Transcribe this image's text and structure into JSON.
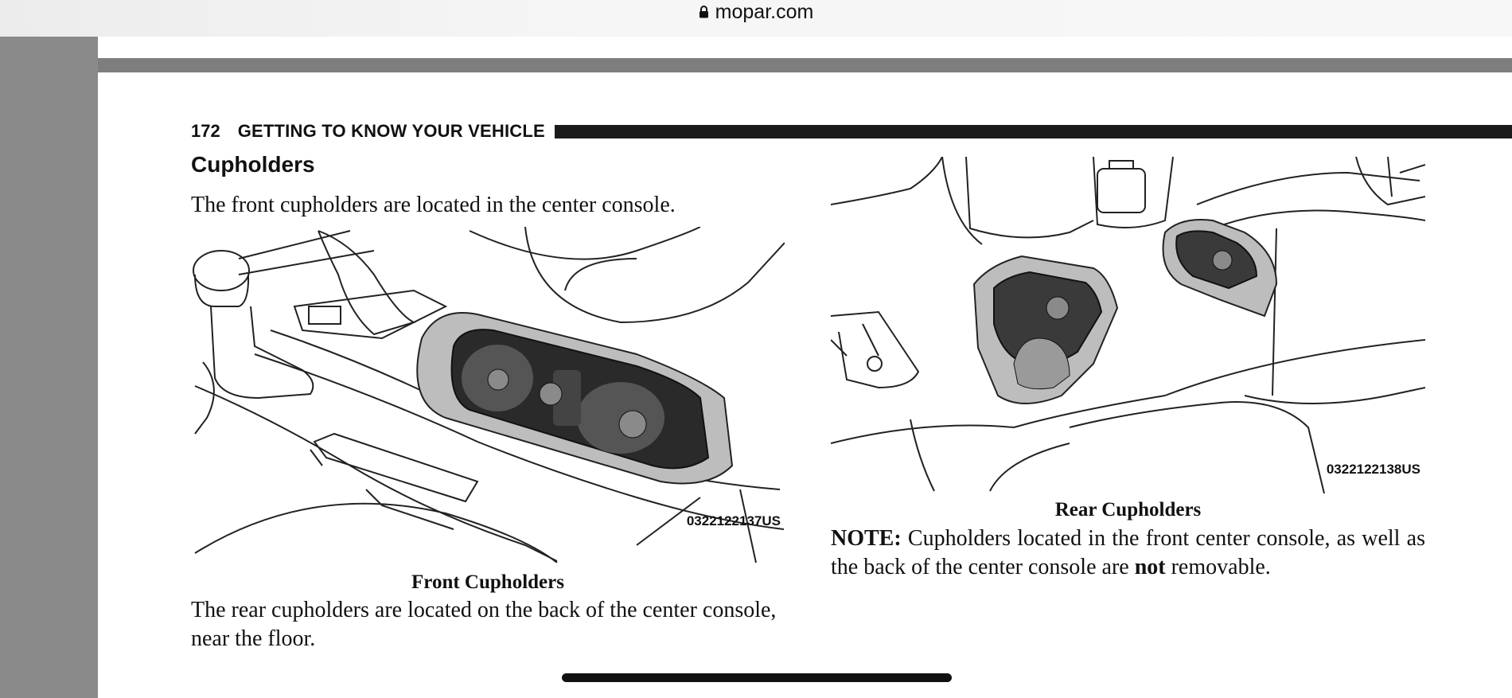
{
  "browser": {
    "url": "mopar.com"
  },
  "page": {
    "page_number": "172",
    "section_header": "GETTING TO KNOW YOUR VEHICLE",
    "heading": "Cupholders",
    "intro": "The front cupholders are located in the center console.",
    "front_figure": {
      "code": "0322122137US",
      "caption": "Front Cupholders"
    },
    "rear_text": "The rear cupholders are located on the back of the center console, near the floor.",
    "rear_figure": {
      "code": "0322122138US",
      "caption": "Rear Cupholders"
    },
    "note": {
      "label": "NOTE:",
      "text_before": " Cupholders located in the front center console, as well as the back of the center console are ",
      "emphasis": "not",
      "text_after": " removable."
    }
  },
  "colors": {
    "shell_grey": "#8a8a8a",
    "band_grey": "#7e7e7e",
    "text": "#111111"
  }
}
